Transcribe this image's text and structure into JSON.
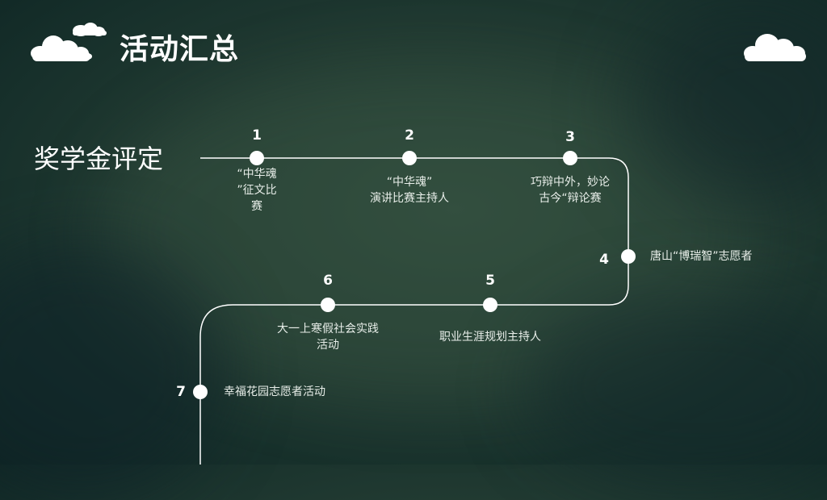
{
  "header": {
    "title": "活动汇总",
    "decor_icon": "cloud-icon"
  },
  "section": {
    "heading": "奖学金评定"
  },
  "timeline": {
    "line_color": "#ffffff",
    "nodes": [
      {
        "number": "1",
        "label_lines": [
          "“中华魂",
          "”征文比",
          "赛"
        ]
      },
      {
        "number": "2",
        "label_lines": [
          "“中华魂”",
          "演讲比赛主持人"
        ]
      },
      {
        "number": "3",
        "label_lines": [
          "巧辩中外，妙论",
          "古今“辩论赛"
        ]
      },
      {
        "number": "4",
        "label_lines": [
          "唐山“博瑞智”志愿者"
        ]
      },
      {
        "number": "5",
        "label_lines": [
          "职业生涯规划主持人"
        ]
      },
      {
        "number": "6",
        "label_lines": [
          "大一上寒假社会实践",
          "活动"
        ]
      },
      {
        "number": "7",
        "label_lines": [
          "幸福花园志愿者活动"
        ]
      }
    ]
  },
  "colors": {
    "background": "#223b32",
    "text": "#ffffff",
    "accent": "#ffffff"
  }
}
